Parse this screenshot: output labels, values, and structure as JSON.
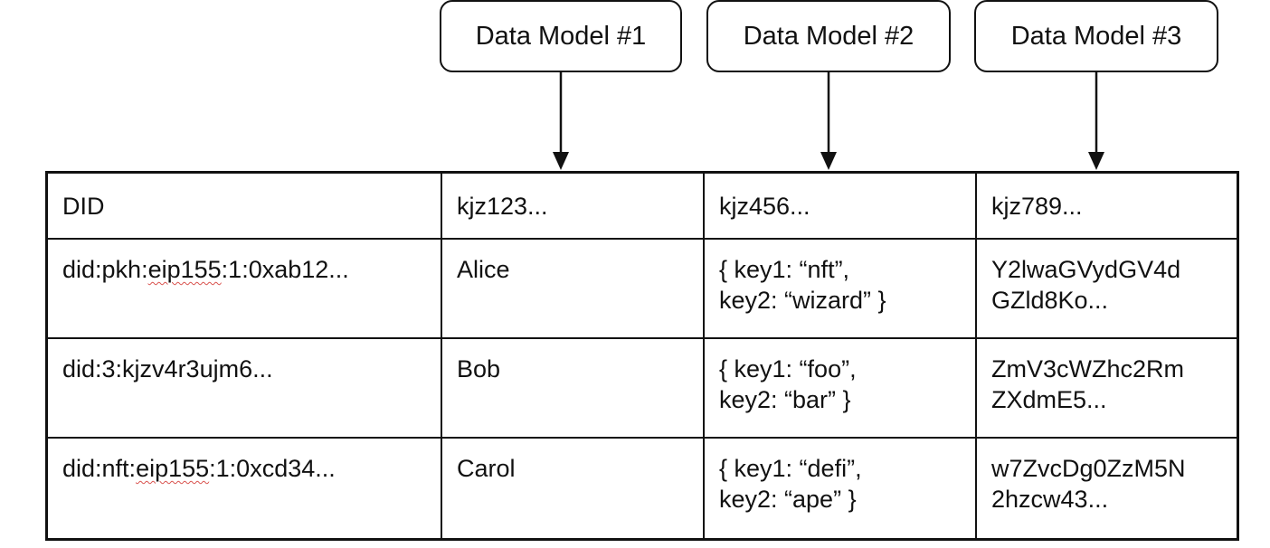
{
  "models": [
    {
      "label": "Data Model #1"
    },
    {
      "label": "Data Model #2"
    },
    {
      "label": "Data Model #3"
    }
  ],
  "table": {
    "headers": [
      "DID",
      "kjz123...",
      "kjz456...",
      "kjz789..."
    ],
    "rows": [
      {
        "did_prefix": "did:pkh:",
        "did_flagged": "eip155",
        "did_suffix": ":1:0xab12...",
        "model1": "Alice",
        "model2": "{ key1: “nft”,\n  key2: “wizard” }",
        "model3": "Y2lwaGVydGV4d\nGZld8Ko..."
      },
      {
        "did_prefix": "did:3:kjzv4r3ujm6...",
        "did_flagged": "",
        "did_suffix": "",
        "model1": "Bob",
        "model2": "{ key1: “foo”,\n  key2: “bar” }",
        "model3": "ZmV3cWZhc2Rm\nZXdmE5..."
      },
      {
        "did_prefix": "did:nft:",
        "did_flagged": "eip155",
        "did_suffix": ":1:0xcd34...",
        "model1": "Carol",
        "model2": "{ key1: “defi”,\n  key2: “ape” }",
        "model3": "w7ZvcDg0ZzM5N\n2hzcw43..."
      }
    ]
  },
  "colors": {
    "line": "#111111",
    "spellcheck_underline": "#d9534f"
  }
}
